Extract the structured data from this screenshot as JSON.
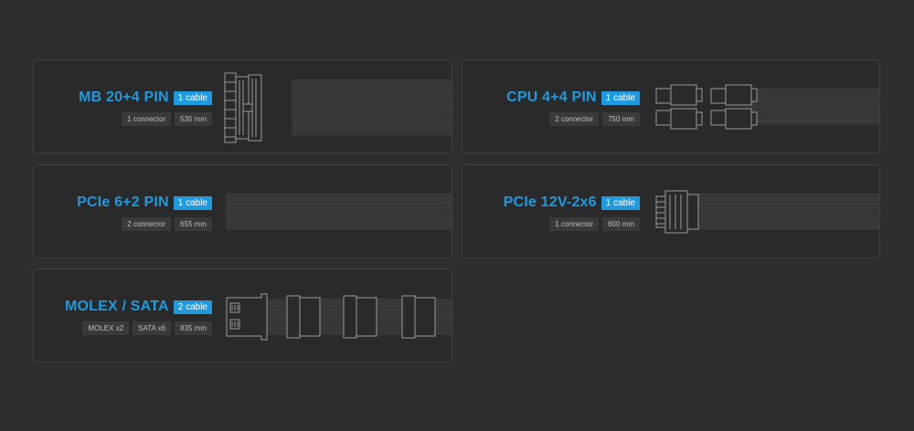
{
  "cards": [
    {
      "title": "MB 20+4 PIN",
      "badge": "1 cable",
      "chips": [
        "1 connector",
        "535 mm"
      ]
    },
    {
      "title": "CPU 4+4 PIN",
      "badge": "1 cable",
      "chips": [
        "2 connector",
        "750 mm"
      ]
    },
    {
      "title": "PCIe 6+2 PIN",
      "badge": "1 cable",
      "chips": [
        "2 connector",
        "655 mm"
      ]
    },
    {
      "title": "PCIe 12V-2x6",
      "badge": "1 cable",
      "chips": [
        "1 connector",
        "600 mm"
      ]
    },
    {
      "title": "MOLEX / SATA",
      "badge": "2 cable",
      "chips": [
        "MOLEX x2",
        "SATA x6",
        "835 mm"
      ]
    }
  ],
  "colors": {
    "accent": "#1e9be0",
    "background": "#2e2e2e",
    "card": "#2a2a2a",
    "chip": "#3a3a3a"
  }
}
